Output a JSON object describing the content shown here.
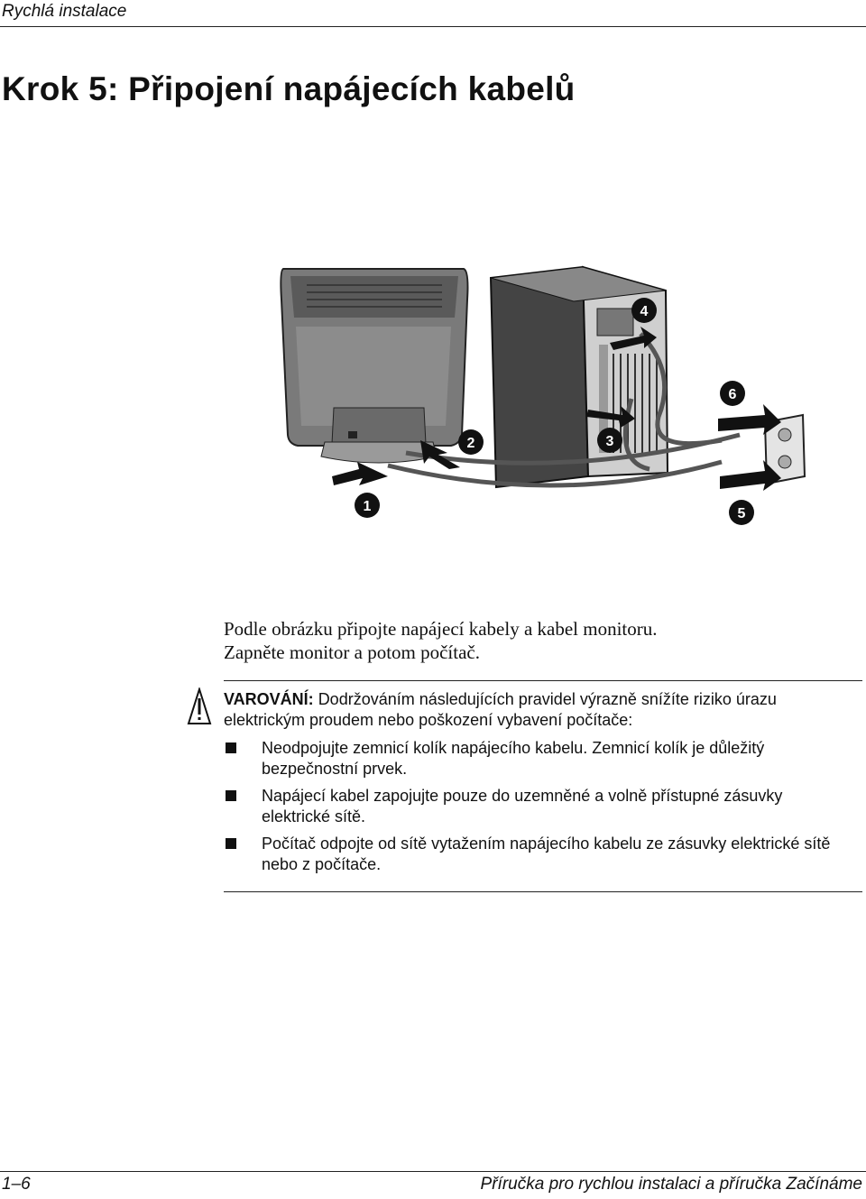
{
  "header": {
    "section": "Rychlá instalace"
  },
  "title": "Krok 5: Připojení napájecích kabelů",
  "figure": {
    "callouts": [
      "1",
      "2",
      "3",
      "4",
      "5",
      "6"
    ]
  },
  "intro": {
    "line1": "Podle obrázku připojte napájecí kabely a kabel monitoru.",
    "line2": "Zapněte monitor a potom počítač."
  },
  "warning": {
    "label": "VAROVÁNÍ:",
    "text": "Dodržováním následujících pravidel výrazně snížíte riziko úrazu elektrickým proudem nebo poškození vybavení počítače:",
    "items": [
      "Neodpojujte zemnicí kolík napájecího kabelu. Zemnicí kolík je důležitý bezpečnostní prvek.",
      "Napájecí kabel zapojujte pouze do uzemněné a volně přístupné zásuvky elektrické sítě.",
      "Počítač odpojte od sítě vytažením napájecího kabelu ze zásuvky elektrické sítě nebo z počítače."
    ]
  },
  "footer": {
    "page": "1–6",
    "doc_title": "Příručka pro rychlou instalaci a příručka Začínáme"
  }
}
